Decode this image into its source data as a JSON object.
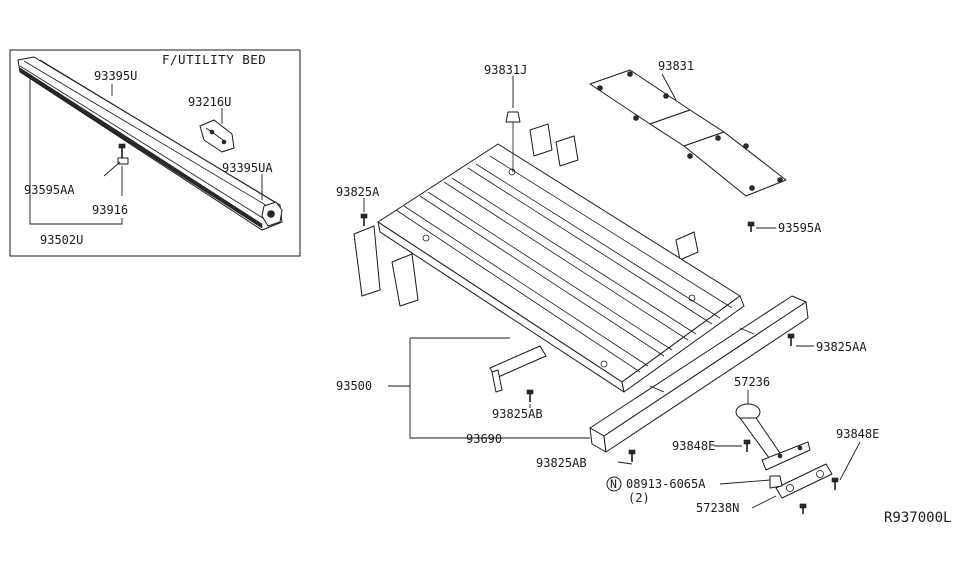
{
  "inset": {
    "title": "F/UTILITY BED",
    "labels": {
      "rail": "93395U",
      "bracket": "93216U",
      "end_cap": "93395UA",
      "screw": "93595AA",
      "clip": "93916",
      "assembly": "93502U"
    }
  },
  "main": {
    "labels": {
      "plug": "93831J",
      "protector": "93831",
      "screw_protector": "93595A",
      "bolt_left": "93825A",
      "bolt_right": "93825AA",
      "bed_floor": "93500",
      "bolt_under": "93825AB",
      "cross_member": "93690",
      "bolt_front": "93825AB",
      "hitch": "57236",
      "bolt_hitch_left": "93848E",
      "bolt_hitch_right": "93848E",
      "nut_part": "08913-6065A",
      "nut_symbol": "N",
      "nut_qty": "(2)",
      "bracket_hitch": "57238N"
    }
  },
  "reference_code": "R937000L"
}
